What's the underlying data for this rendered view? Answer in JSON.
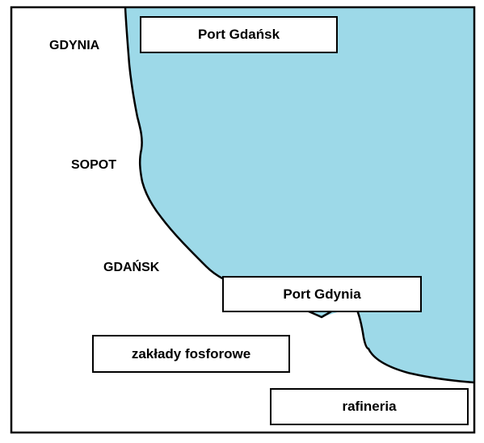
{
  "map": {
    "colors": {
      "sea": "#9dd9e8",
      "land": "#ffffff",
      "border": "#000000"
    },
    "city_labels": {
      "gdynia": "GDYNIA",
      "sopot": "SOPOT",
      "gdansk": "GDAŃSK"
    },
    "boxes": {
      "port_gdansk": "Port Gdańsk",
      "port_gdynia": "Port Gdynia",
      "zaklady_fosforowe": "zakłady fosforowe",
      "rafineria": "rafineria"
    }
  }
}
